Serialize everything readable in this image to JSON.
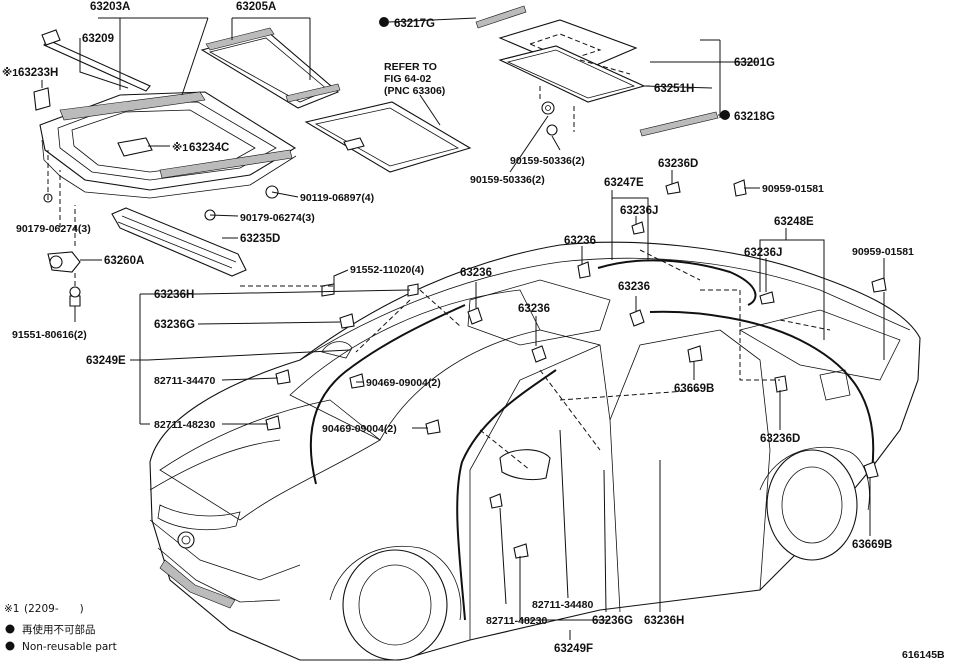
{
  "diagram_id": "616145B",
  "labels": {
    "p63203A": "63203A",
    "p63205A": "63205A",
    "p63209": "63209",
    "p63233H": "63233H",
    "p63233H_prefix": "※1",
    "p63234C": "63234C",
    "p63234C_prefix": "※1",
    "p90119": "90119-06897(4)",
    "p90179a": "90179-06274(3)",
    "p90179b": "90179-06274(3)",
    "p63235D": "63235D",
    "p63260A": "63260A",
    "p91551": "91551-80616(2)",
    "refer1": "REFER TO",
    "refer2": "FIG 64-02",
    "refer3": "(PNC 63306)",
    "p63217G": "63217G",
    "p63201G": "63201G",
    "p63251H": "63251H",
    "p63218G": "63218G",
    "p90159a": "90159-50336(2)",
    "p90159b": "90159-50336(2)",
    "p63236D_top": "63236D",
    "p63247E": "63247E",
    "p63236J_a": "63236J",
    "p90959a": "90959-01581",
    "p63248E": "63248E",
    "p63236J_b": "63236J",
    "p90959b": "90959-01581",
    "p63236_a": "63236",
    "p63236_b": "63236",
    "p63236_c": "63236",
    "p63236_d": "63236",
    "p91552": "91552-11020(4)",
    "p63236H_left": "63236H",
    "p63236G_left": "63236G",
    "p63249E": "63249E",
    "p82711_34470": "82711-34470",
    "p90469a": "90469-09004(2)",
    "p82711_48230_left": "82711-48230",
    "p90469b": "90469-09004(2)",
    "p63669B_a": "63669B",
    "p63236D_bottom": "63236D",
    "p63669B_b": "63669B",
    "p82711_34480": "82711-34480",
    "p82711_48230_bottom": "82711-48230",
    "p63236G_bottom": "63236G",
    "p63236H_bottom": "63236H",
    "p63249F": "63249F"
  },
  "legend": {
    "note1_mark": "※1",
    "note1_text": "(2209-　　)",
    "line2": "再使用不可部品",
    "line3": "Non-reusable part"
  }
}
